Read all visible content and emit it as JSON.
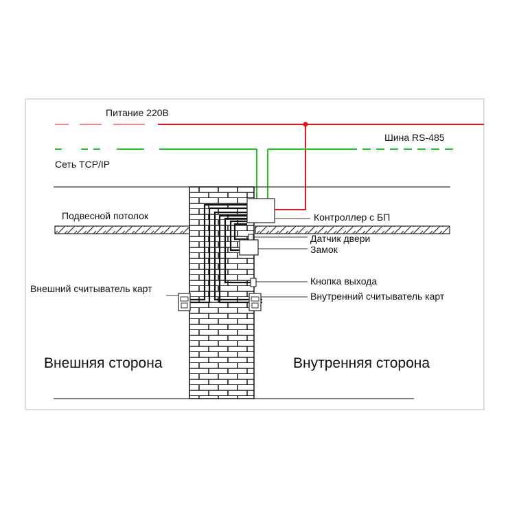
{
  "labels": {
    "power": "Питание 220В",
    "rs485": "Шина RS-485",
    "tcpip": "Сеть TCP/IP",
    "ceiling": "Подвесной потолок",
    "controller": "Контроллер с БП",
    "door_sensor": "Датчик двери",
    "lock": "Замок",
    "exit_button": "Кнопка выхода",
    "outer_reader": "Внешний считыватель карт",
    "inner_reader": "Внутренний считыватель карт",
    "outside": "Внешняя сторона",
    "inside": "Внутренняя сторона"
  },
  "colors": {
    "power_line": "#e8141c",
    "power_dashed": "#f08a8a",
    "network_line": "#22c822",
    "wiring": "#111111",
    "frame": "#c8c8c8"
  }
}
